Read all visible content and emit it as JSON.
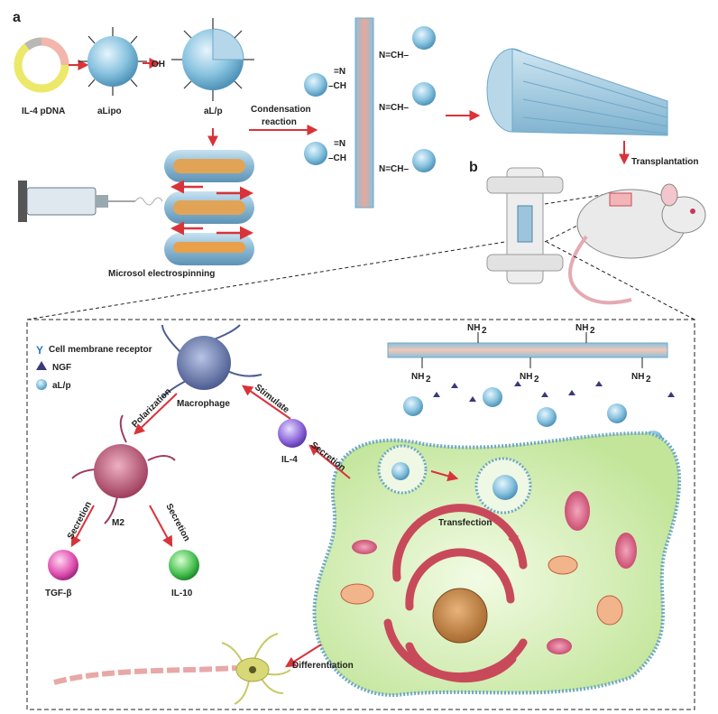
{
  "panels": {
    "a": "a",
    "b": "b"
  },
  "top": {
    "il4_pdna": "IL-4 pDNA",
    "alipo": "aLipo",
    "alp": "aL/p",
    "oh": "OH",
    "condensation_line1": "Condensation",
    "condensation_line2": "reaction",
    "electrospinning": "Microsol electrospinning",
    "transplantation": "Transplantation",
    "imine_n": "N",
    "imine_ch": "CH",
    "imine_right": "N=CH–",
    "imine_left": "=N",
    "ch_left": "–CH"
  },
  "legend": {
    "receptor_label": "Cell membrane receptor",
    "ngf_label": "NGF",
    "alp_label": "aL/p"
  },
  "bottom": {
    "nh2": "NH",
    "nh2_sub": "2",
    "macrophage": "Macrophage",
    "polarization": "Polarization",
    "stimulate": "Stimulate",
    "secretion": "Secretion",
    "il4": "IL-4",
    "m2": "M2",
    "tgfb": "TGF-β",
    "il10": "IL-10",
    "transfection": "Transfection",
    "differentiation": "Differentiation"
  },
  "colors": {
    "arrow": "#d9333a",
    "particle": "#8ac4e0",
    "fiber": "#a9cfe4",
    "cell": "#d8efb8",
    "membrane": "#6fa7c8",
    "macrophage": "#6e7fb0",
    "m2": "#c45d7d",
    "il4": "#8a64d8",
    "tgfb": "#e050b0",
    "il10": "#48c050",
    "er": "#c84a5a",
    "neuron": "#c9c864"
  }
}
